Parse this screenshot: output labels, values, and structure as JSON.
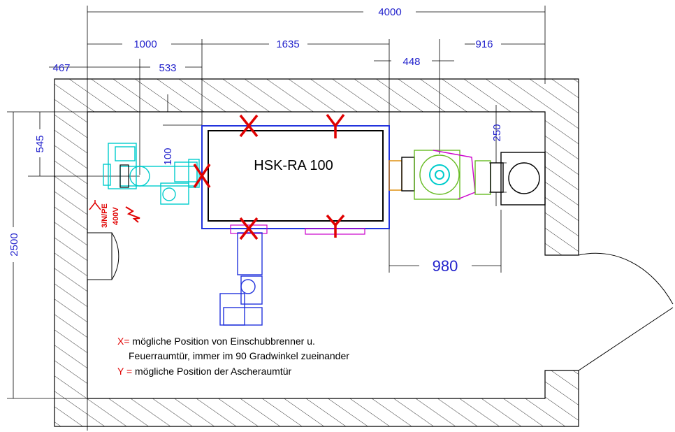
{
  "dimensions": {
    "total_width": "4000",
    "burner_to_boiler": "1000",
    "boiler_length": "1635",
    "right_section": "916",
    "wall_offset": "467",
    "burner_offset": "533",
    "gap_to_fan": "448",
    "depth_offset": "545",
    "small_gap": "100",
    "room_depth": "2500",
    "flue_offset": "250",
    "fan_clearance": "980"
  },
  "boiler": {
    "label": "HSK-RA 100"
  },
  "electrical": {
    "phase": "3/N/PE",
    "voltage": "400V"
  },
  "markers": {
    "x": "X",
    "y": "Y"
  },
  "legend": {
    "x_key": "X=",
    "x_text_1": " mögliche Position von Einschubbrenner u.",
    "x_text_2": "Feuerraumtür, immer im 90 Gradwinkel zueinander",
    "y_key": "Y =",
    "y_text": " mögliche Position der Ascheraumtür"
  },
  "colors": {
    "dimension": "#2222cc",
    "boiler_outline": "#2233dd",
    "burner": "#00cccc",
    "marker": "#e00000",
    "door": "#cc00cc",
    "fan_green": "#66bb22"
  }
}
